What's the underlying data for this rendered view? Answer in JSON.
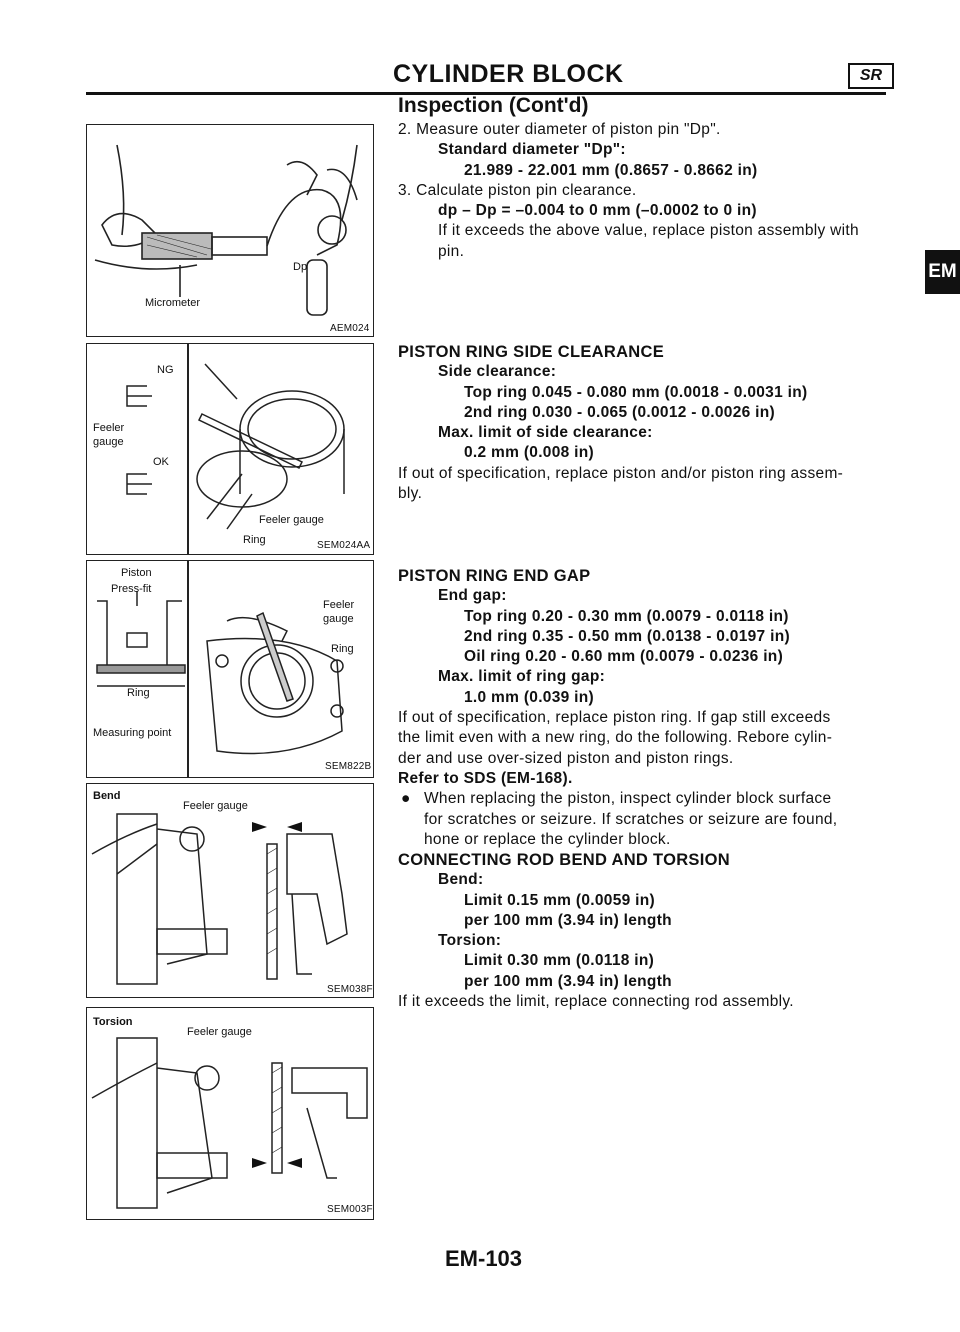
{
  "header": {
    "title": "CYLINDER BLOCK",
    "badge": "SR",
    "subtitle": "Inspection (Cont'd)",
    "side_tab": "EM"
  },
  "figures": [
    {
      "code": "AEM024",
      "labels": {
        "micrometer": "Micrometer",
        "dp": "Dp"
      }
    },
    {
      "code": "SEM024AA",
      "labels": {
        "ng": "NG",
        "feeler": "Feeler",
        "gauge": "gauge",
        "ok": "OK",
        "feeler_gauge": "Feeler gauge",
        "ring": "Ring"
      }
    },
    {
      "code": "SEM822B",
      "labels": {
        "piston": "Piston",
        "press_fit": "Press-fit",
        "ring_left": "Ring",
        "measuring_point": "Measuring point",
        "feeler": "Feeler",
        "gauge": "gauge",
        "ring_right": "Ring"
      }
    },
    {
      "code": "SEM038F",
      "labels": {
        "bend": "Bend",
        "feeler_gauge": "Feeler gauge"
      }
    },
    {
      "code": "SEM003F",
      "labels": {
        "torsion": "Torsion",
        "feeler_gauge": "Feeler gauge"
      }
    }
  ],
  "pin_section": {
    "step2": "2. Measure outer diameter of piston pin \"Dp\".",
    "std_label": "Standard diameter \"Dp\":",
    "std_value": "21.989 - 22.001 mm (0.8657 - 0.8662 in)",
    "step3": "3. Calculate piston pin clearance.",
    "formula": "dp – Dp = –0.004 to 0 mm (–0.0002 to 0 in)",
    "note_line1": "If it exceeds the above value, replace piston assembly with",
    "note_line2": "pin."
  },
  "side_clearance": {
    "heading": "PISTON RING SIDE CLEARANCE",
    "label": "Side clearance:",
    "top_ring": "Top ring   0.045 - 0.080 mm (0.0018 - 0.0031 in)",
    "second_ring": "2nd ring   0.030 - 0.065 (0.0012 - 0.0026 in)",
    "max_label": "Max. limit of side clearance:",
    "max_value": "0.2 mm (0.008 in)",
    "note_line1": "If out of specification, replace piston and/or piston ring assem-",
    "note_line2": "bly."
  },
  "end_gap": {
    "heading": "PISTON RING END GAP",
    "label": "End gap:",
    "top_ring": "Top ring   0.20 - 0.30 mm (0.0079 - 0.0118 in)",
    "second_ring": "2nd ring   0.35 - 0.50 mm (0.0138 - 0.0197 in)",
    "oil_ring": "Oil ring   0.20 - 0.60 mm (0.0079 - 0.0236 in)",
    "max_label": "Max. limit of ring gap:",
    "max_value": "1.0 mm (0.039 in)",
    "note_line1": "If out of specification, replace piston ring. If gap still exceeds",
    "note_line2": "the limit even with a new ring, do the following. Rebore cylin-",
    "note_line3": "der and use over-sized piston and piston rings.",
    "refer": "Refer to SDS (EM-168).",
    "bullet": "●",
    "bullet_line1": "When replacing the piston, inspect cylinder block surface",
    "bullet_line2": "for scratches or seizure. If scratches or seizure are found,",
    "bullet_line3": "hone or replace the cylinder block."
  },
  "conrod": {
    "heading": "CONNECTING ROD BEND AND TORSION",
    "bend_label": "Bend:",
    "bend_limit": "Limit 0.15 mm (0.0059 in)",
    "bend_per": "per 100 mm (3.94 in) length",
    "torsion_label": "Torsion:",
    "torsion_limit": "Limit 0.30 mm (0.0118 in)",
    "torsion_per": "per 100 mm (3.94 in) length",
    "note": "If it exceeds the limit, replace connecting rod assembly."
  },
  "footer": {
    "page": "EM-103"
  }
}
